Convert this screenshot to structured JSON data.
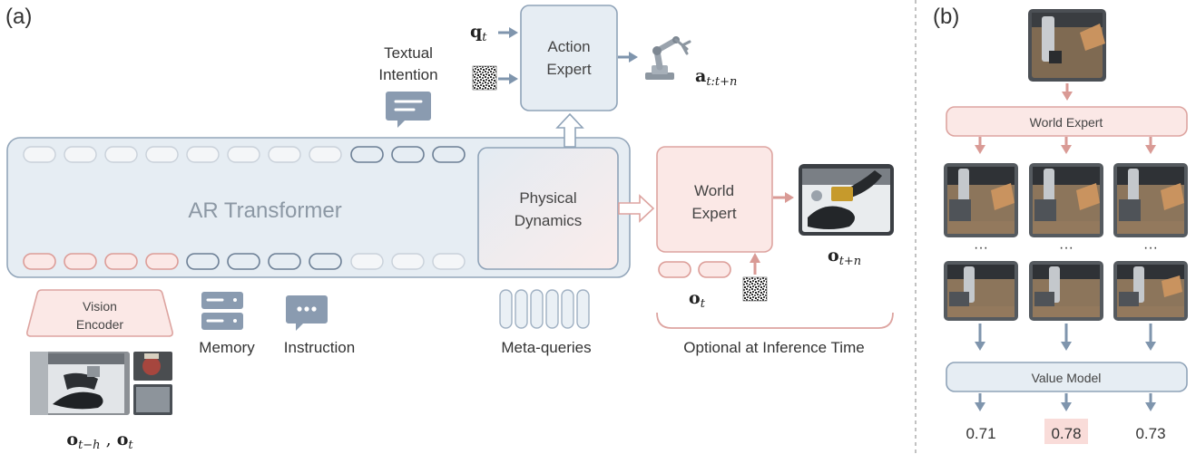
{
  "panel_a": {
    "label": "(a)",
    "textual_intention": [
      "Textual",
      "Intention"
    ],
    "action_expert": [
      "Action",
      "Expert"
    ],
    "q_symbol": "q",
    "q_sub": "t",
    "a_symbol": "a",
    "a_sub": "t:t+n",
    "ar_transformer": "AR Transformer",
    "physical_dynamics": [
      "Physical",
      "Dynamics"
    ],
    "world_expert": [
      "World",
      "Expert"
    ],
    "o_symbol": "o",
    "o_future_sub": "t+n",
    "o_current_sub": "t",
    "vision_encoder": [
      "Vision",
      "Encoder"
    ],
    "memory": "Memory",
    "instruction": "Instruction",
    "meta_queries": "Meta-queries",
    "optional": "Optional at Inference Time",
    "obs_label": {
      "o1": "o",
      "s1": "t−h",
      "sep": " , ",
      "o2": "o",
      "s2": "t"
    }
  },
  "panel_b": {
    "label": "(b)",
    "world_expert": "World Expert",
    "ellipsis": "···",
    "value_model": "Value Model",
    "values": [
      "0.71",
      "0.78",
      "0.73"
    ],
    "highlight_index": 1
  },
  "colors": {
    "blue_fill": "#e6edf3",
    "blue_stroke": "#8fa3b8",
    "pink_fill": "#fbe8e6",
    "pink_stroke": "#dda4a0",
    "arrow_blue": "#7f95ad",
    "arrow_pink": "#d99a95",
    "text_gray": "#8c96a0",
    "dark_text": "#333333"
  }
}
